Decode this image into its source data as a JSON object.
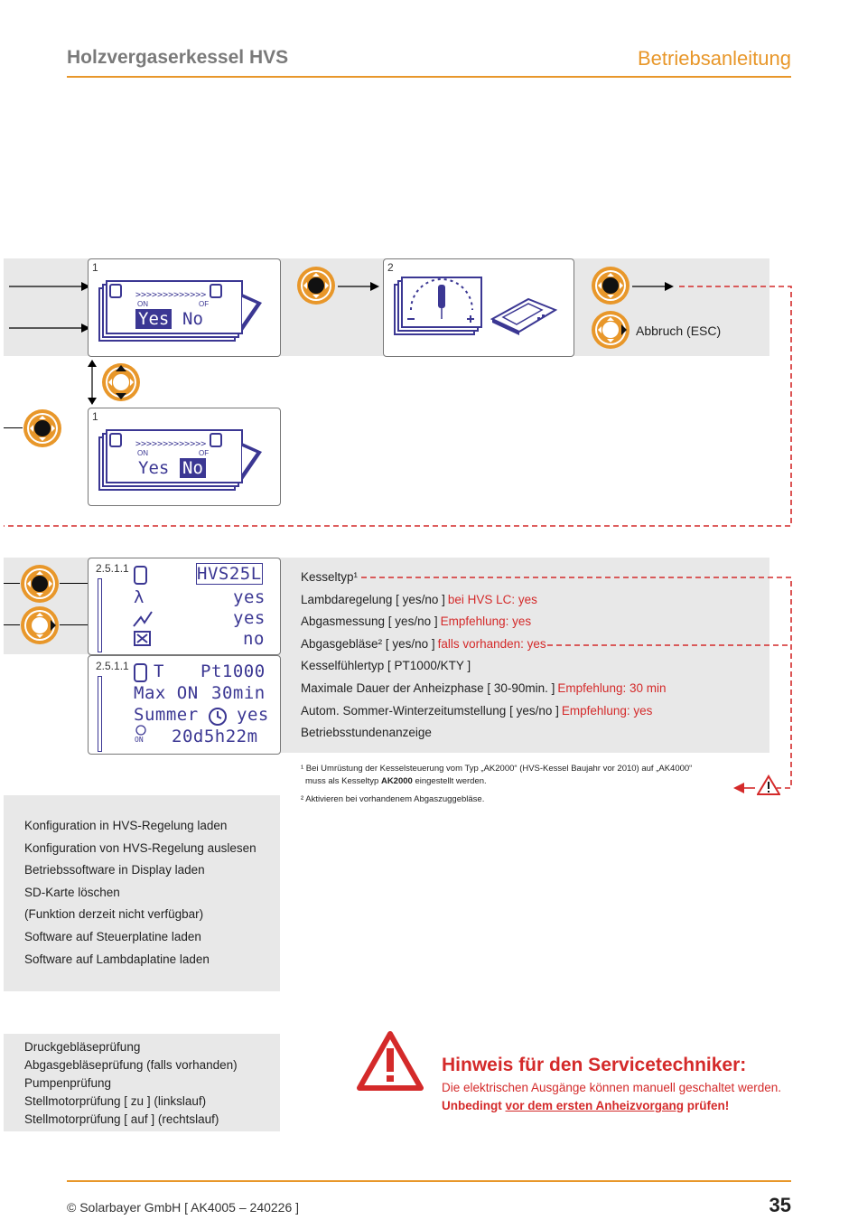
{
  "header": {
    "title": "Holzvergaserkessel HVS",
    "section": "Betriebsanleitung"
  },
  "flow": {
    "step1_number": "1",
    "step2_number": "2",
    "step1b_number": "1",
    "yes_label": "Yes",
    "no_label": "No",
    "on_label": "ON",
    "of_label": "OF",
    "arrows_text": ">>>>>>>>>>>>>",
    "abort_label": "Abbruch (ESC)"
  },
  "display": {
    "code_a": "2.5.1.1",
    "code_b": "2.5.1.1",
    "rows_a": [
      {
        "value": "HVS25L"
      },
      {
        "value": "yes"
      },
      {
        "value": "yes"
      },
      {
        "value": "no"
      }
    ],
    "rows_b": [
      {
        "label": "T",
        "value": "Pt1000"
      },
      {
        "label": "Max ON",
        "value": "30min"
      },
      {
        "label": "Summer",
        "value": "yes"
      },
      {
        "label": "ON",
        "value": "20d5h22m"
      }
    ]
  },
  "params": [
    {
      "text": "Kesseltyp¹",
      "note": ""
    },
    {
      "text": "Lambdaregelung [ yes/no ]",
      "note": "bei HVS LC: yes"
    },
    {
      "text": "Abgasmessung [ yes/no ]",
      "note": "Empfehlung: yes"
    },
    {
      "text": "Abgasgebläse² [ yes/no ]",
      "note": "falls vorhanden: yes"
    },
    {
      "text": "Kesselfühlertyp [ PT1000/KTY ]",
      "note": ""
    },
    {
      "text": "Maximale Dauer der Anheizphase [ 30-90min. ]",
      "note": "Empfehlung: 30 min"
    },
    {
      "text": "Autom. Sommer-Winterzeitumstellung [ yes/no ]",
      "note": "Empfehlung: yes"
    },
    {
      "text": "Betriebsstundenanzeige",
      "note": ""
    }
  ],
  "footnotes": {
    "fn1_line1": "¹ Bei Umrüstung der Kesselsteuerung vom Typ „AK2000“ (HVS-Kessel Baujahr vor 2010) auf „AK4000“",
    "fn1_line2a": "muss als Kesseltyp ",
    "fn1_bold": "AK2000",
    "fn1_line2b": " eingestellt werden.",
    "fn2": "² Aktivieren bei vorhandenem Abgaszuggebläse."
  },
  "config_list": [
    "Konfiguration in HVS-Regelung laden",
    "Konfiguration von HVS-Regelung auslesen",
    "Betriebssoftware in Display laden",
    "SD-Karte löschen",
    "(Funktion derzeit nicht verfügbar)",
    "Software auf Steuerplatine laden",
    "Software auf Lambdaplatine laden"
  ],
  "test_list": [
    "Druckgebläseprüfung",
    "Abgasgebläseprüfung (falls vorhanden)",
    "Pumpenprüfung",
    "Stellmotorprüfung [ zu ] (linkslauf)",
    "Stellmotorprüfung [ auf ] (rechtslauf)"
  ],
  "notice": {
    "title": "Hinweis für den Servicetechniker:",
    "line1": "Die elektrischen Ausgänge können manuell geschaltet werden.",
    "line2_a": "Unbedingt ",
    "line2_u": "vor dem ersten Anheizvorgang",
    "line2_b": " prüfen!"
  },
  "footer": {
    "copyright": "© Solarbayer GmbH [ AK4005 – 240226 ]",
    "page": "35"
  },
  "colors": {
    "accent": "#e8972a",
    "lcd": "#3b3793",
    "red": "#d42a2a"
  }
}
